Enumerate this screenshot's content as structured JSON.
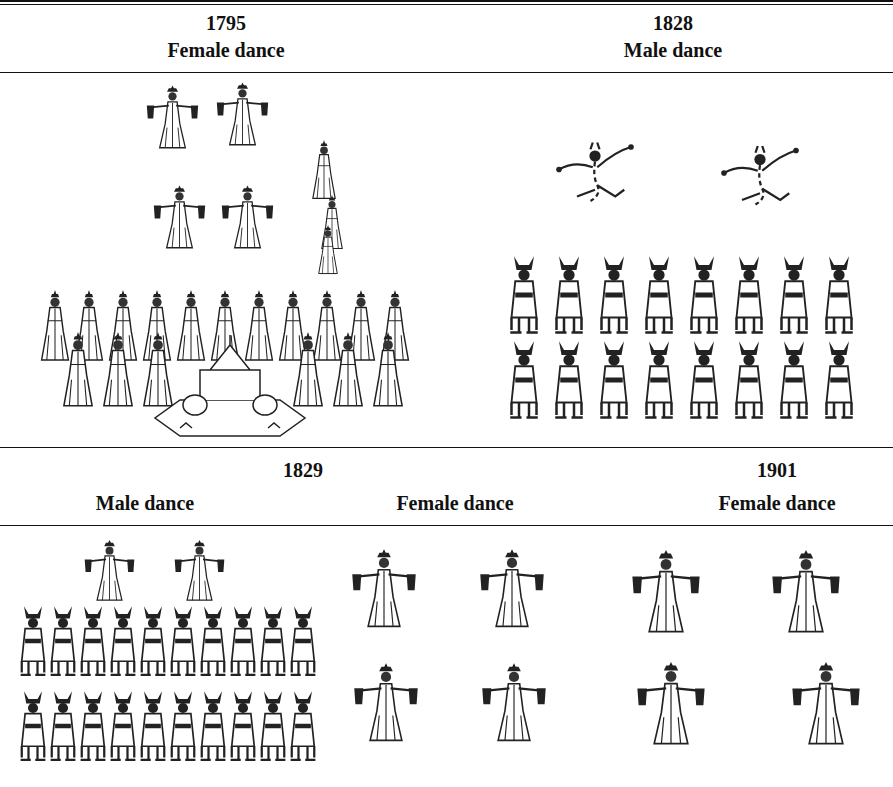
{
  "diagram": {
    "labels": [
      "1795",
      "1828",
      "Female dance",
      "Male dance",
      "1829",
      "1901",
      "Male dance",
      "Female dance",
      "Female dance"
    ]
  }
}
